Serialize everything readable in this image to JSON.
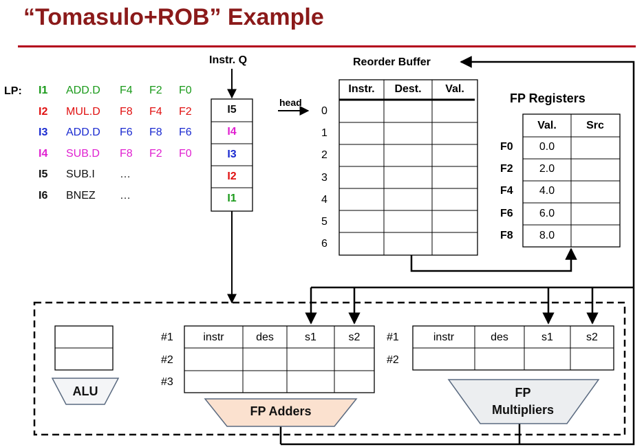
{
  "title": "“Tomasulo+ROB” Example",
  "program": {
    "label": "LP:",
    "rows": [
      {
        "id": "I1",
        "op": "ADD.D",
        "a": "F4",
        "b": "F2",
        "c": "F0",
        "color": "#1a9a1a"
      },
      {
        "id": "I2",
        "op": "MUL.D",
        "a": "F8",
        "b": "F4",
        "c": "F2",
        "color": "#e01010"
      },
      {
        "id": "I3",
        "op": "ADD.D",
        "a": "F6",
        "b": "F8",
        "c": "F6",
        "color": "#1a2ad0"
      },
      {
        "id": "I4",
        "op": "SUB.D",
        "a": "F8",
        "b": "F2",
        "c": "F0",
        "color": "#e020d0"
      },
      {
        "id": "I5",
        "op": "SUB.I",
        "a": "…",
        "b": "",
        "c": "",
        "color": "#111111"
      },
      {
        "id": "I6",
        "op": "BNEZ",
        "a": "…",
        "b": "",
        "c": "",
        "color": "#111111"
      }
    ]
  },
  "instr_queue": {
    "label": "Instr. Q",
    "entries": [
      {
        "text": "I5",
        "color": "#111111"
      },
      {
        "text": "I4",
        "color": "#e020d0"
      },
      {
        "text": "I3",
        "color": "#1a2ad0"
      },
      {
        "text": "I2",
        "color": "#e01010"
      },
      {
        "text": "I1",
        "color": "#1a9a1a"
      }
    ]
  },
  "rob": {
    "label": "Reorder Buffer",
    "head_label": "head",
    "columns": [
      "Instr.",
      "Dest.",
      "Val."
    ],
    "indices": [
      "0",
      "1",
      "2",
      "3",
      "4",
      "5",
      "6"
    ]
  },
  "fp_registers": {
    "label": "FP Registers",
    "columns": [
      "Val.",
      "Src"
    ],
    "rows": [
      {
        "name": "F0",
        "val": "0.0",
        "src": ""
      },
      {
        "name": "F2",
        "val": "2.0",
        "src": ""
      },
      {
        "name": "F4",
        "val": "4.0",
        "src": ""
      },
      {
        "name": "F6",
        "val": "6.0",
        "src": ""
      },
      {
        "name": "F8",
        "val": "8.0",
        "src": ""
      }
    ]
  },
  "alu": {
    "label": "ALU"
  },
  "fp_adders": {
    "label": "FP Adders",
    "columns": [
      "instr",
      "des",
      "s1",
      "s2"
    ],
    "rows": [
      "#1",
      "#2",
      "#3"
    ],
    "fill": "#fbe1cf"
  },
  "fp_multipliers": {
    "label_line1": "FP",
    "label_line2": "Multipliers",
    "columns": [
      "instr",
      "des",
      "s1",
      "s2"
    ],
    "rows": [
      "#1",
      "#2"
    ],
    "fill": "#eceef0"
  }
}
